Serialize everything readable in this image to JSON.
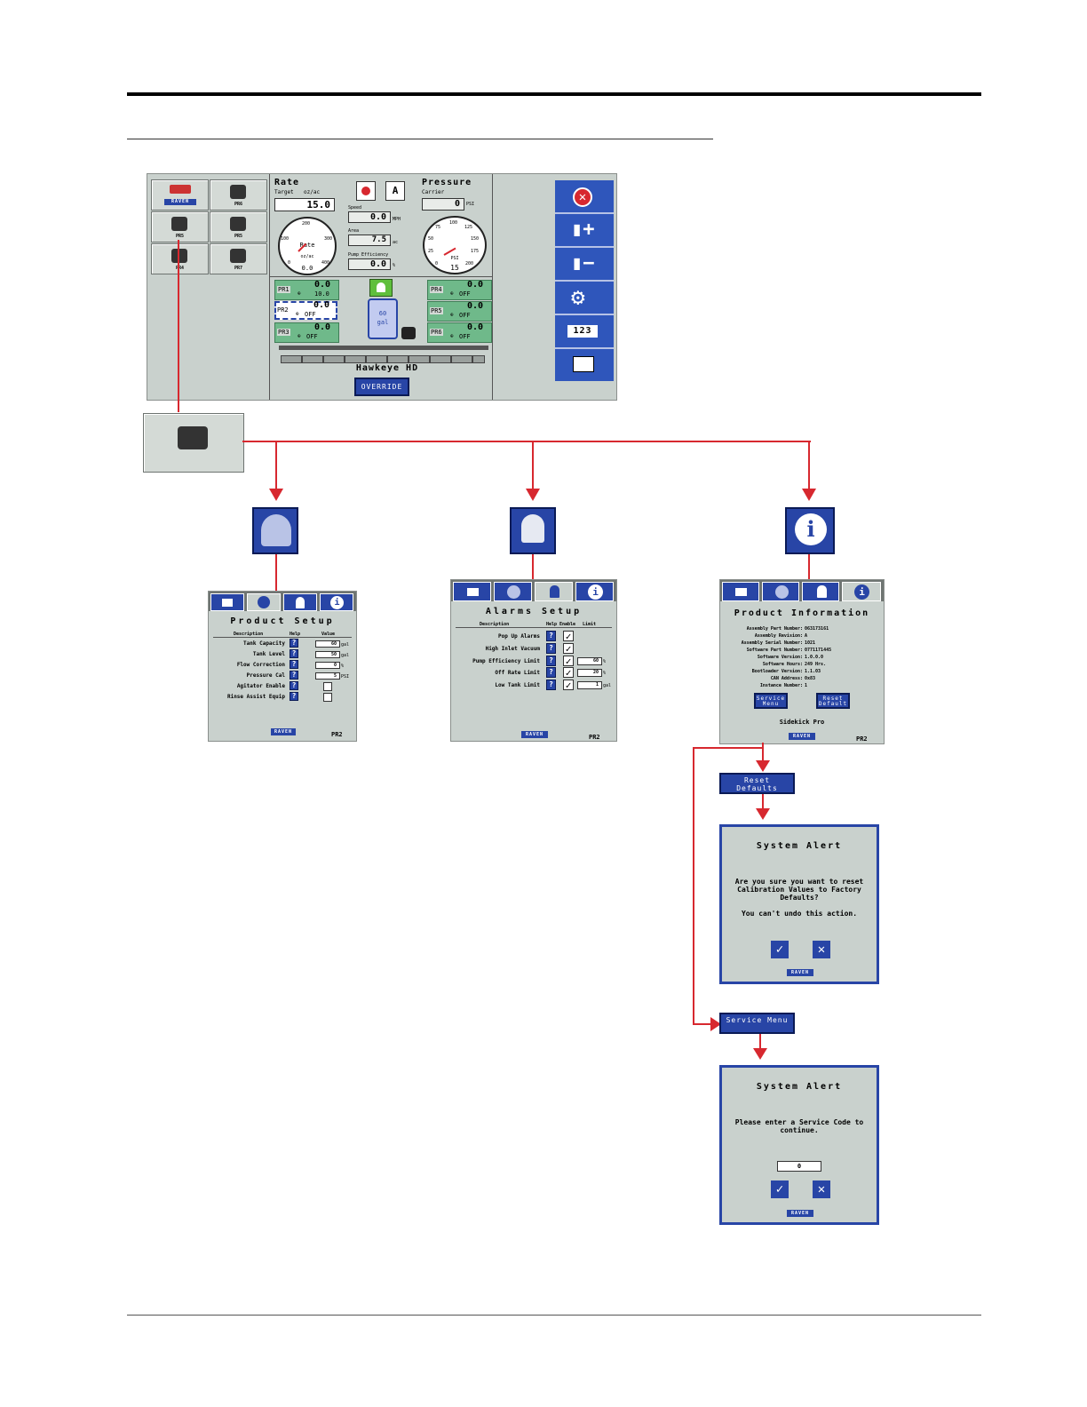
{
  "main": {
    "rate_title": "Rate",
    "target_label": "Target",
    "target_unit": "oz/ac",
    "target_value": "15.0",
    "rate_gauge_label": "Rate",
    "rate_gauge_unit": "oz/ac",
    "rate_gauge_value": "0.0",
    "rate_gauge_ticks": [
      "0",
      "100",
      "200",
      "300",
      "400"
    ],
    "speed_label": "Speed",
    "speed_value": "0.0",
    "speed_unit": "MPH",
    "area_label": "Area",
    "area_value": "7.5",
    "area_unit": "ac",
    "pump_eff_label": "Pump Efficiency",
    "pump_eff_value": "0.0",
    "pump_eff_unit": "%",
    "pressure_title": "Pressure",
    "carrier_label": "Carrier",
    "carrier_value": "0",
    "carrier_unit": "PSI",
    "psi_gauge_label": "PSI",
    "psi_gauge_value": "15",
    "psi_gauge_ticks": [
      "0",
      "25",
      "50",
      "75",
      "100",
      "125",
      "150",
      "175",
      "200"
    ],
    "tank_label": "60 gal",
    "machine_name": "Hawkeye HD",
    "override_label": "OVERRIDE",
    "products": [
      {
        "id": "PR1",
        "top": "0.0",
        "bottom": "10.0"
      },
      {
        "id": "PR2",
        "top": "0.0",
        "bottom": "OFF"
      },
      {
        "id": "PR3",
        "top": "0.0",
        "bottom": "OFF"
      },
      {
        "id": "PR4",
        "top": "0.0",
        "bottom": "OFF"
      },
      {
        "id": "PR5",
        "top": "0.0",
        "bottom": "OFF"
      },
      {
        "id": "PR6",
        "top": "0.0",
        "bottom": "OFF"
      }
    ],
    "left_tiles": [
      "",
      "PR6",
      "PR5",
      "PR5",
      "PR4",
      "PR7"
    ],
    "raven_badge": "RAVEN",
    "right_icons": [
      "disable-icon",
      "add-product-icon",
      "remove-product-icon",
      "settings-gears-icon",
      "counter-123-icon",
      "tank-chart-icon"
    ],
    "counter_text": "123"
  },
  "product_setup": {
    "title": "Product Setup",
    "col_description": "Description",
    "col_help": "Help",
    "col_value": "Value",
    "rows": [
      {
        "label": "Tank Capacity",
        "value": "60",
        "unit": "gal"
      },
      {
        "label": "Tank Level",
        "value": "50",
        "unit": "gal"
      },
      {
        "label": "Flow Correction",
        "value": "0",
        "unit": "%"
      },
      {
        "label": "Pressure Cal",
        "value": "5",
        "unit": "PSI"
      },
      {
        "label": "Agitator Enable",
        "value": "",
        "unit": ""
      },
      {
        "label": "Rinse Assist Equip",
        "value": "",
        "unit": ""
      }
    ],
    "footer_badge": "RAVEN",
    "footer_id": "PR2"
  },
  "alarms_setup": {
    "title": "Alarms Setup",
    "col_description": "Description",
    "col_help": "Help",
    "col_enable": "Enable",
    "col_limit": "Limit",
    "rows": [
      {
        "label": "Pop Up Alarms",
        "limit": "",
        "unit": ""
      },
      {
        "label": "High Inlet Vacuum",
        "limit": "",
        "unit": ""
      },
      {
        "label": "Pump Efficiency Limit",
        "limit": "60",
        "unit": "%"
      },
      {
        "label": "Off Rate Limit",
        "limit": "20",
        "unit": "%"
      },
      {
        "label": "Low Tank Limit",
        "limit": "1",
        "unit": "gal"
      }
    ],
    "footer_badge": "RAVEN",
    "footer_id": "PR2"
  },
  "product_info": {
    "title": "Product Information",
    "rows": [
      {
        "label": "Assembly Part Number:",
        "value": "063173161"
      },
      {
        "label": "Assembly Revision:",
        "value": "A"
      },
      {
        "label": "Assembly Serial Number:",
        "value": "1021"
      },
      {
        "label": "Software Part Number:",
        "value": "0771171445"
      },
      {
        "label": "Software Version:",
        "value": "1.0.0.0"
      },
      {
        "label": "Software Hours:",
        "value": "249 Hrs."
      },
      {
        "label": "Bootloader Version:",
        "value": "1.1.03"
      },
      {
        "label": "CAN Address:",
        "value": "0x83"
      },
      {
        "label": "Instance Number:",
        "value": "1"
      }
    ],
    "service_menu": "Service Menu",
    "reset_default": "Reset Default",
    "device_name": "Sidekick Pro",
    "footer_badge": "RAVEN",
    "footer_id": "PR2"
  },
  "reset_defaults_button": "Reset Defaults",
  "service_menu_button": "Service Menu",
  "alert_reset": {
    "title": "System Alert",
    "message": "Are you sure you want to reset Calibration Values to Factory Defaults?",
    "warning": "You can't undo this action.",
    "badge": "RAVEN"
  },
  "alert_service": {
    "title": "System Alert",
    "message": "Please enter a Service Code to continue.",
    "code_value": "0",
    "badge": "RAVEN"
  },
  "colors": {
    "accent_red": "#d7282f",
    "raven_blue": "#2845a6",
    "product_green": "#6fb98a",
    "screen_gray": "#c9d1cd"
  }
}
